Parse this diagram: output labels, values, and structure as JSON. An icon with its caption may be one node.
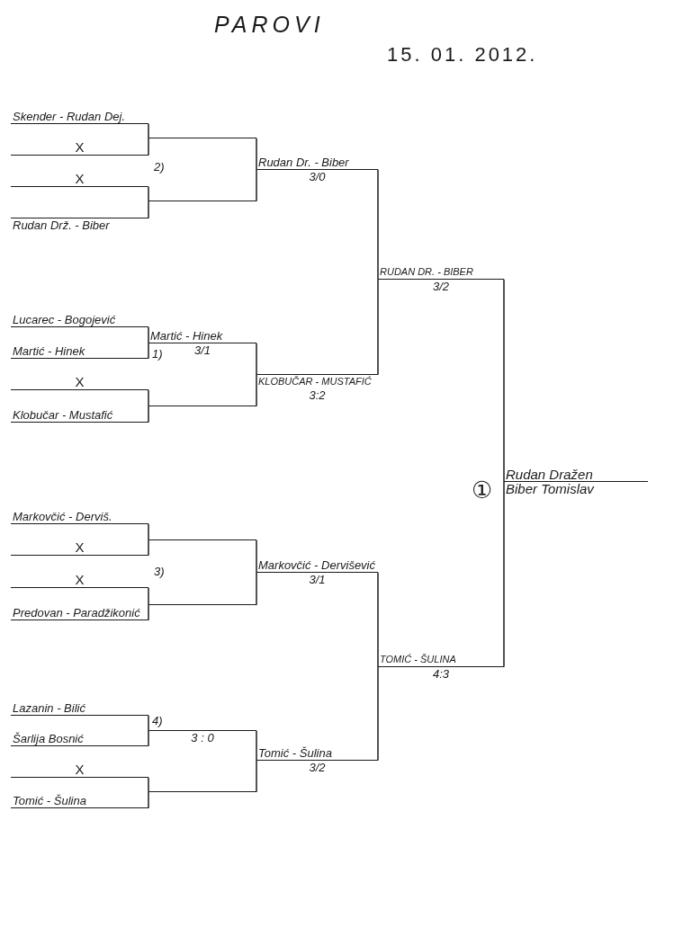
{
  "diagram": {
    "title": "PAROVI",
    "nodes": [
      {
        "text": [
          "Skender - Rudan Dej."
        ]
      },
      {
        "text": [
          "X"
        ]
      },
      {
        "text": [
          "X"
        ]
      },
      {
        "text": [
          "Rudan Drž. - Biber"
        ]
      },
      {
        "text": [],
        "shape": "line"
      },
      {
        "text": [],
        "shape": "line"
      },
      {
        "text": [
          "Rudan Dr. - Biber",
          "3/0"
        ]
      },
      {
        "text": [
          "Lucarec - Bogojević"
        ]
      },
      {
        "text": [
          "Martić - Hinek"
        ]
      },
      {
        "text": [
          "X"
        ]
      },
      {
        "text": [
          "Klobučar - Mustafić"
        ]
      },
      {
        "text": [
          "Martić - Hinek",
          "3/1"
        ]
      },
      {
        "text": [],
        "shape": "line"
      },
      {
        "text": [
          "KLOBUČAR - MUSTAFIĆ",
          "3:2"
        ]
      },
      {
        "text": [
          "Markovčić - Derviš."
        ]
      },
      {
        "text": [
          "X"
        ]
      },
      {
        "text": [
          "X"
        ]
      },
      {
        "text": [
          "Predovan - Paradžikonić"
        ]
      },
      {
        "text": [],
        "shape": "line"
      },
      {
        "text": [],
        "shape": "line"
      },
      {
        "text": [
          "Markovčić - Dervišević",
          "3/1"
        ]
      },
      {
        "text": [
          "Lazanin - Bilić"
        ]
      },
      {
        "text": [
          "Šarlija Bosnić"
        ]
      },
      {
        "text": [
          "X"
        ]
      },
      {
        "text": [
          "Tomić - Šulina"
        ]
      },
      {
        "text": [
          "3 : 0"
        ]
      },
      {
        "text": [],
        "shape": "line"
      },
      {
        "text": [
          "Tomić - Šulina",
          "3/2"
        ]
      },
      {
        "text": [
          "RUDAN DR. - BIBER",
          "3/2"
        ]
      },
      {
        "text": [
          "TOMIĆ - ŠULINA",
          "4:3"
        ]
      },
      {
        "text": [
          "Rudan Dražen",
          "Biber Tomislav"
        ]
      }
    ],
    "edges": [
      {
        "from": 0,
        "to": 4,
        "arrow": "none"
      },
      {
        "from": 1,
        "to": 4,
        "arrow": "none"
      },
      {
        "from": 2,
        "to": 5,
        "arrow": "none"
      },
      {
        "from": 3,
        "to": 5,
        "arrow": "none"
      },
      {
        "from": 4,
        "to": 6,
        "arrow": "none"
      },
      {
        "from": 5,
        "to": 6,
        "arrow": "none"
      },
      {
        "from": 7,
        "to": 11,
        "arrow": "none"
      },
      {
        "from": 8,
        "to": 11,
        "arrow": "none"
      },
      {
        "from": 9,
        "to": 12,
        "arrow": "none"
      },
      {
        "from": 10,
        "to": 12,
        "arrow": "none"
      },
      {
        "from": 11,
        "to": 13,
        "arrow": "none"
      },
      {
        "from": 12,
        "to": 13,
        "arrow": "none"
      },
      {
        "from": 14,
        "to": 18,
        "arrow": "none"
      },
      {
        "from": 15,
        "to": 18,
        "arrow": "none"
      },
      {
        "from": 16,
        "to": 19,
        "arrow": "none"
      },
      {
        "from": 17,
        "to": 19,
        "arrow": "none"
      },
      {
        "from": 18,
        "to": 20,
        "arrow": "none"
      },
      {
        "from": 19,
        "to": 20,
        "arrow": "none"
      },
      {
        "from": 21,
        "to": 25,
        "arrow": "none"
      },
      {
        "from": 22,
        "to": 25,
        "arrow": "none"
      },
      {
        "from": 23,
        "to": 26,
        "arrow": "none"
      },
      {
        "from": 24,
        "to": 26,
        "arrow": "none"
      },
      {
        "from": 25,
        "to": 27,
        "arrow": "none"
      },
      {
        "from": 26,
        "to": 27,
        "arrow": "none"
      },
      {
        "from": 6,
        "to": 28,
        "arrow": "none"
      },
      {
        "from": 13,
        "to": 28,
        "arrow": "none"
      },
      {
        "from": 20,
        "to": 29,
        "arrow": "none"
      },
      {
        "from": 27,
        "to": 29,
        "arrow": "none"
      },
      {
        "from": 28,
        "to": 30,
        "arrow": "none"
      },
      {
        "from": 29,
        "to": 30,
        "arrow": "none"
      }
    ],
    "labels": [
      "15. 01. 2012.",
      "2)",
      "1)",
      "①",
      "3)",
      "4)"
    ]
  }
}
